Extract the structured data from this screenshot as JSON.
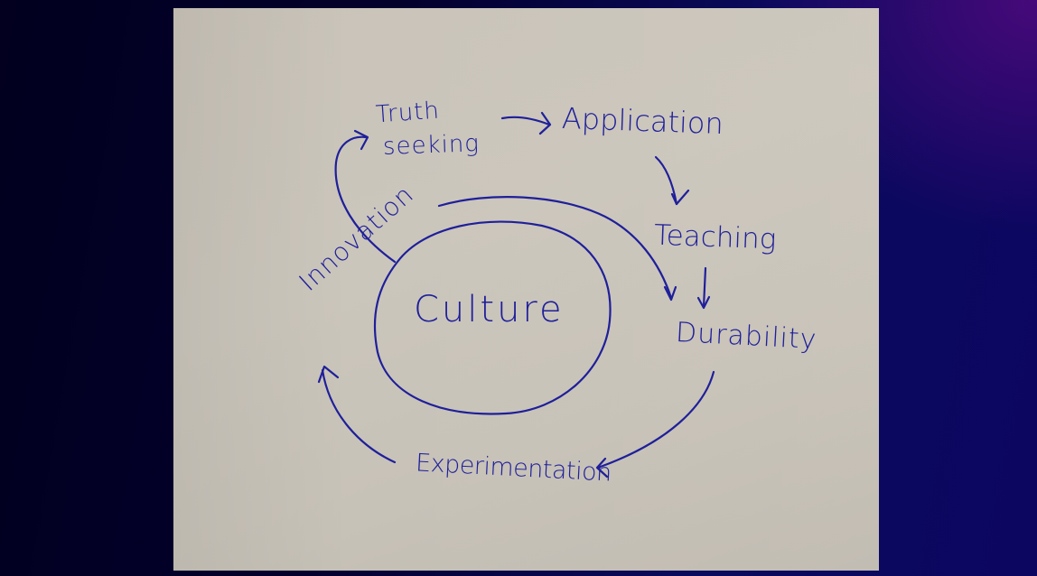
{
  "diagram": {
    "type": "hand-drawn cycle diagram",
    "ink_color": "#1f1f9a",
    "paper_color": "#c9c3b9",
    "background": {
      "left_color": "#02001e",
      "right_color": "#0c0660",
      "corner_glow": "#3c086e"
    },
    "center": {
      "label": "Culture"
    },
    "nodes": [
      {
        "id": "truth-seeking",
        "label_line1": "Truth",
        "label_line2": "seeking"
      },
      {
        "id": "application",
        "label": "Application"
      },
      {
        "id": "teaching",
        "label": "Teaching"
      },
      {
        "id": "durability",
        "label": "Durability"
      },
      {
        "id": "experimentation",
        "label": "Experimentation"
      },
      {
        "id": "innovation",
        "label": "Innovation"
      }
    ],
    "edges": [
      {
        "from": "Truth seeking",
        "to": "Application"
      },
      {
        "from": "Application",
        "to": "Teaching"
      },
      {
        "from": "Teaching",
        "to": "Durability"
      },
      {
        "from": "Innovation",
        "to": "Durability"
      },
      {
        "from": "Durability",
        "to": "Experimentation"
      },
      {
        "from": "Experimentation",
        "to": "Innovation"
      },
      {
        "from": "Innovation",
        "to": "Truth seeking"
      }
    ]
  }
}
